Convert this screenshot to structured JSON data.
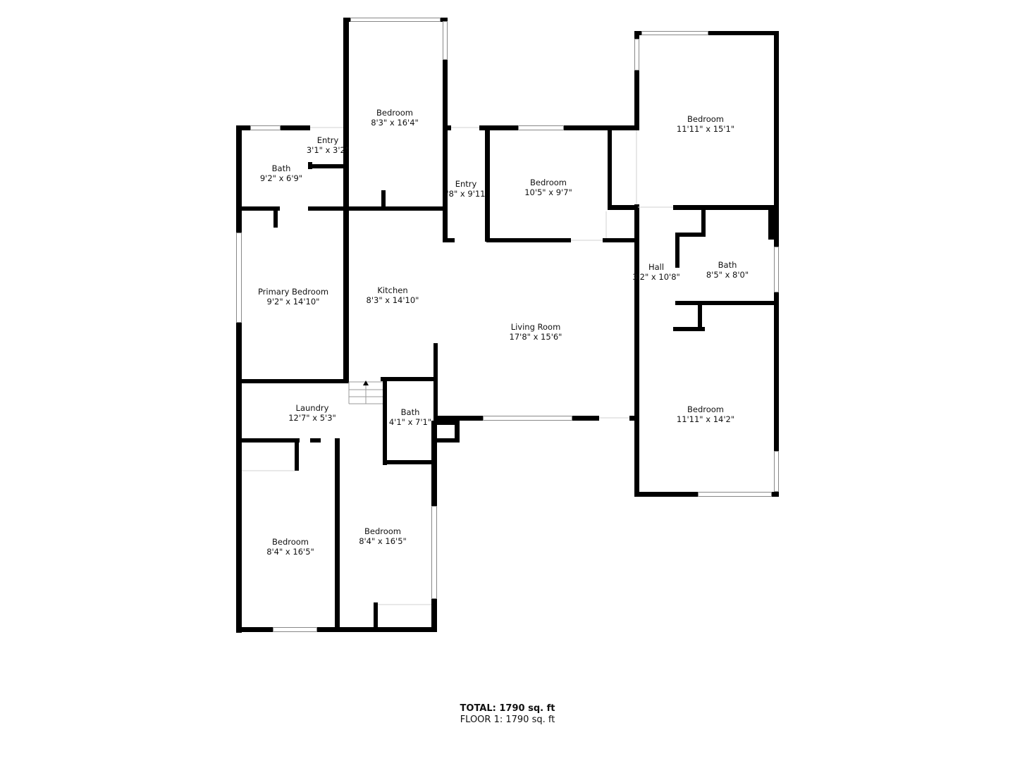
{
  "rooms": [
    {
      "name": "Bedroom",
      "size": "8'3\" x 16'4\""
    },
    {
      "name": "Entry",
      "size": "3'1\" x 3'2\""
    },
    {
      "name": "Bath",
      "size": "9'2\" x 6'9\""
    },
    {
      "name": "Entry",
      "size": "'8\" x 9'11"
    },
    {
      "name": "Bedroom",
      "size": "10'5\" x 9'7\""
    },
    {
      "name": "Bedroom",
      "size": "11'11\" x 15'1\""
    },
    {
      "name": "Primary Bedroom",
      "size": "9'2\" x 14'10\""
    },
    {
      "name": "Kitchen",
      "size": "8'3\" x 14'10\""
    },
    {
      "name": "Living Room",
      "size": "17'8\" x 15'6\""
    },
    {
      "name": "Hall",
      "size": "3'2\" x 10'8\""
    },
    {
      "name": "Bath",
      "size": "8'5\" x 8'0\""
    },
    {
      "name": "Laundry",
      "size": "12'7\" x 5'3\""
    },
    {
      "name": "Bath",
      "size": "4'1\" x 7'1\""
    },
    {
      "name": "Bedroom",
      "size": "11'11\" x 14'2\""
    },
    {
      "name": "Bedroom",
      "size": "8'4\" x 16'5\""
    },
    {
      "name": "Bedroom",
      "size": "8'4\" x 16'5\""
    }
  ],
  "summary": {
    "total": "TOTAL: 1790 sq. ft",
    "floor": "FLOOR 1: 1790 sq. ft"
  },
  "colors": {
    "wall": "#000000",
    "window": "#888888",
    "opening": "#d0d0d0"
  }
}
